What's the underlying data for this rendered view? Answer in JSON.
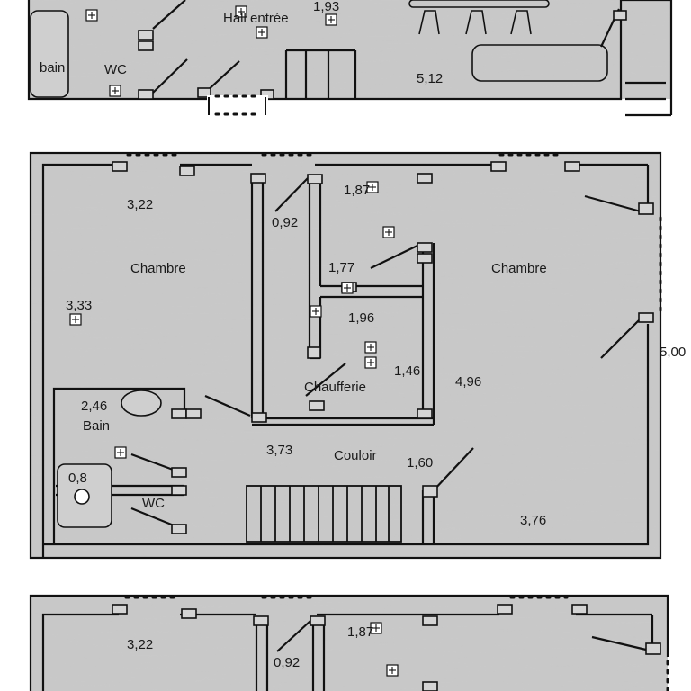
{
  "top_floor": {
    "labels": {
      "hall": "Hall entrée",
      "bain": "bain",
      "wc": "WC",
      "area_hall": "1,93",
      "area_living": "5,12"
    }
  },
  "middle_floor": {
    "labels": {
      "chambre_left": "Chambre",
      "chambre_right": "Chambre",
      "bain": "Bain",
      "wc": "WC",
      "chaufferie": "Chaufferie",
      "couloir": "Couloir",
      "d_322": "3,22",
      "d_333": "3,33",
      "d_092": "0,92",
      "d_187": "1,87",
      "d_177": "1,77",
      "d_196": "1,96",
      "d_146": "1,46",
      "d_496": "4,96",
      "d_500": "5,00",
      "d_246": "2,46",
      "d_08": "0,8",
      "d_373": "3,73",
      "d_160": "1,60",
      "d_376": "3,76"
    }
  },
  "bottom_floor": {
    "labels": {
      "d_322": "3,22",
      "d_092": "0,92",
      "d_187": "1,87"
    }
  }
}
